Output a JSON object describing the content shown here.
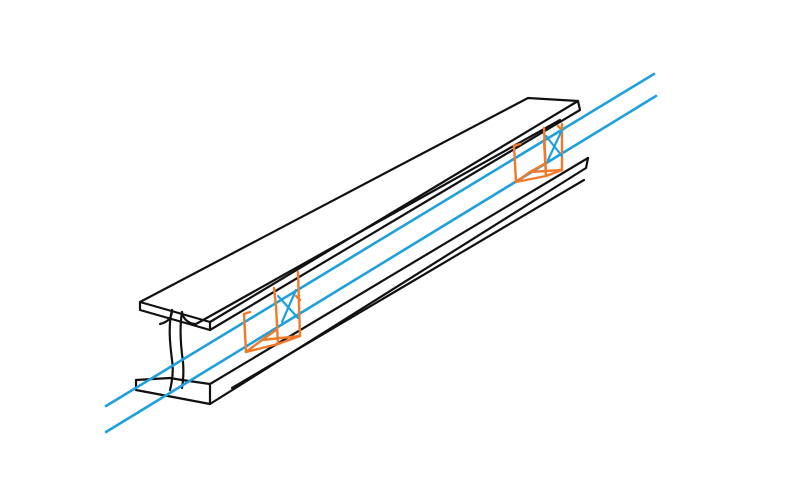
{
  "diagram": {
    "subject": "i-beam-with-web-stiffeners-and-axis-lines",
    "colors": {
      "outline": "#111111",
      "axis_lines": "#1ea0dc",
      "stiffeners": "#f07a2a",
      "background": "#ffffff"
    },
    "components": {
      "beam_outline": "black-ink",
      "reference_lines": 2,
      "stiffener_pairs": 2
    }
  }
}
